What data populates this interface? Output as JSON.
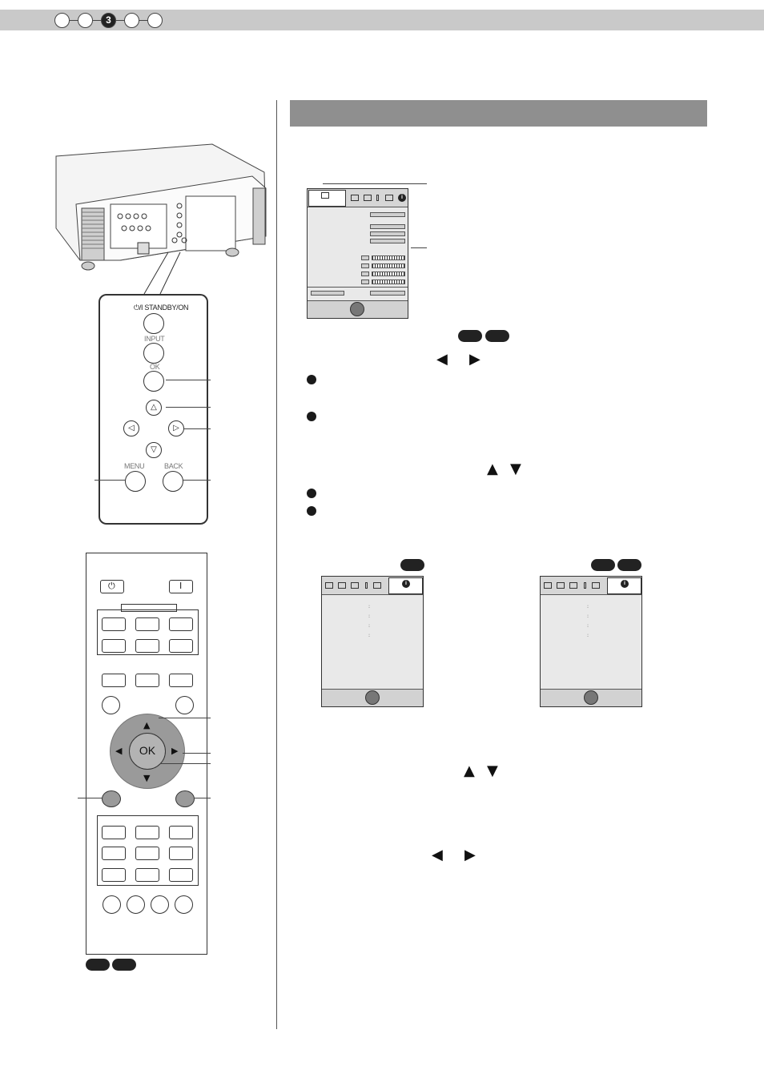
{
  "header": {
    "steps": [
      "",
      "",
      "3",
      "",
      ""
    ],
    "active_step": "3"
  },
  "projector_panel": {
    "standby_label": "⏻/I STANDBY/ON",
    "input_label": "INPUT",
    "ok_label": "OK",
    "menu_label": "MENU",
    "back_label": "BACK"
  },
  "remote": {
    "ok_label": "OK",
    "power_symbols": [
      "⏻",
      "I"
    ]
  },
  "arrows": {
    "left_right": [
      "◀",
      "▶"
    ],
    "up_down": [
      "▲",
      "▼"
    ]
  },
  "colors": {
    "header_band": "#c9c9c9",
    "section_bar": "#8f8f8f",
    "osd_background": "#e9e9e9",
    "pill": "#222222"
  },
  "osd_icons": [
    "picture-adjust-icon",
    "input-signal-icon",
    "installation-icon",
    "settings-icon",
    "function-icon",
    "information-icon"
  ]
}
